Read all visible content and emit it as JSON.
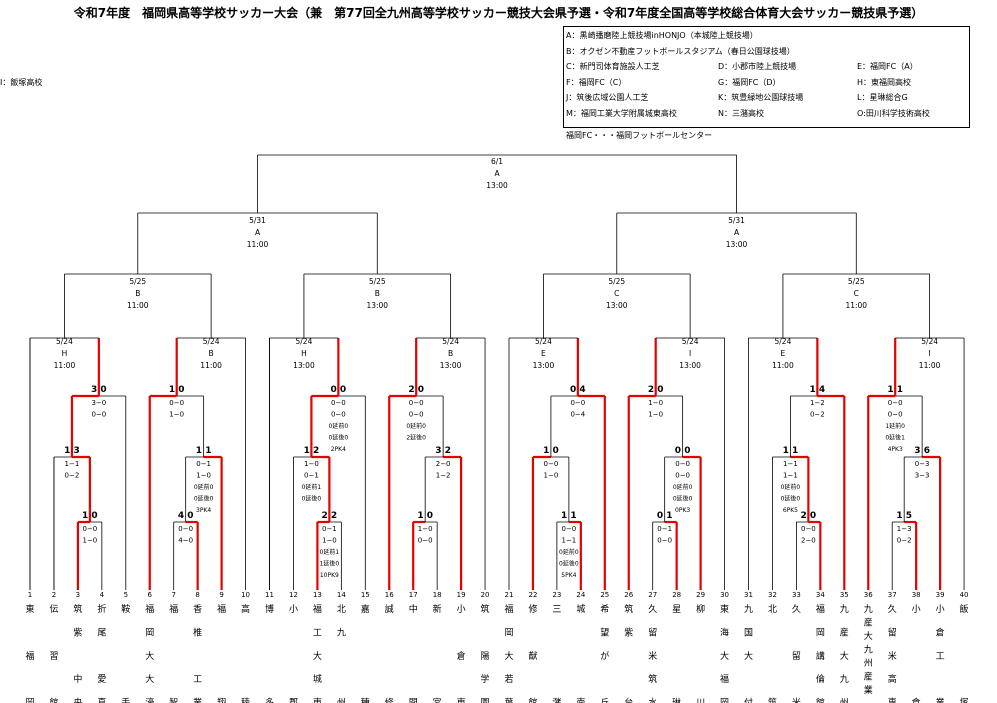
{
  "title": "令和7年度　福岡県高等学校サッカー大会（兼　第77回全九州高等学校サッカー競技大会県予選・令和7年度全国高等学校総合体育大会サッカー競技県予選）",
  "venues": [
    [
      "A：黒崎播磨陸上競技場inHONJO（本城陸上競技場）"
    ],
    [
      "B：オクゼン不動産フットボールスタジアム（春日公園球技場）"
    ],
    [
      "C：新門司体育施設人工芝",
      "D：小郡市陸上競技場",
      "E：福岡FC（A）"
    ],
    [
      "F：福岡FC（C）",
      "G：福岡FC（D）",
      "H：東福岡高校",
      "I：飯塚高校"
    ],
    [
      "J：筑後広域公園人工芝",
      "K：筑豊緑地公園球技場",
      "L：星琳総合G"
    ],
    [
      "M：福岡工業大学附属城東高校",
      "N：三潴高校",
      "O:田川科学技術高校"
    ]
  ],
  "venue_note": "福岡FC・・・福岡フットボールセンター",
  "colors": {
    "winner_line": "#e60000",
    "line": "#000000"
  },
  "teams": [
    {
      "no": "1",
      "name": [
        "東",
        "",
        "",
        "",
        "福",
        "",
        "",
        "",
        "岡"
      ]
    },
    {
      "no": "2",
      "name": [
        "伝",
        "",
        "",
        "",
        "習",
        "",
        "",
        "",
        "館"
      ]
    },
    {
      "no": "3",
      "name": [
        "筑",
        "",
        "紫",
        "",
        "",
        "",
        "中",
        "",
        "央"
      ]
    },
    {
      "no": "4",
      "name": [
        "折",
        "",
        "尾",
        "",
        "",
        "",
        "愛",
        "",
        "真"
      ]
    },
    {
      "no": "5",
      "name": [
        "鞍",
        "",
        "",
        "",
        "",
        "",
        "",
        "",
        "手"
      ]
    },
    {
      "no": "6",
      "name": [
        "福",
        "",
        "岡",
        "",
        "大",
        "",
        "大",
        "",
        "濠"
      ]
    },
    {
      "no": "7",
      "name": [
        "福",
        "",
        "",
        "",
        "",
        "",
        "",
        "",
        "智"
      ]
    },
    {
      "no": "8",
      "name": [
        "香",
        "",
        "椎",
        "",
        "",
        "",
        "工",
        "",
        "業"
      ]
    },
    {
      "no": "9",
      "name": [
        "福",
        "",
        "",
        "",
        "",
        "",
        "",
        "",
        "翔"
      ]
    },
    {
      "no": "10",
      "name": [
        "高",
        "",
        "",
        "",
        "",
        "",
        "",
        "",
        "稜"
      ]
    },
    {
      "no": "11",
      "name": [
        "博",
        "",
        "",
        "",
        "",
        "",
        "",
        "",
        "多"
      ]
    },
    {
      "no": "12",
      "name": [
        "小",
        "",
        "",
        "",
        "",
        "",
        "",
        "",
        "郡"
      ]
    },
    {
      "no": "13",
      "name": [
        "福",
        "",
        "工",
        "",
        "大",
        "",
        "城",
        "",
        "東"
      ]
    },
    {
      "no": "14",
      "name": [
        "北",
        "",
        "九",
        "",
        "",
        "",
        "",
        "",
        "州"
      ]
    },
    {
      "no": "15",
      "name": [
        "嘉",
        "",
        "",
        "",
        "",
        "",
        "",
        "",
        "穂"
      ]
    },
    {
      "no": "16",
      "name": [
        "誠",
        "",
        "",
        "",
        "",
        "",
        "",
        "",
        "修"
      ]
    },
    {
      "no": "17",
      "name": [
        "中",
        "",
        "",
        "",
        "",
        "",
        "",
        "",
        "間"
      ]
    },
    {
      "no": "18",
      "name": [
        "新",
        "",
        "",
        "",
        "",
        "",
        "",
        "",
        "宮"
      ]
    },
    {
      "no": "19",
      "name": [
        "小",
        "",
        "",
        "",
        "倉",
        "",
        "",
        "",
        "東"
      ]
    },
    {
      "no": "20",
      "name": [
        "筑",
        "",
        "",
        "",
        "陽",
        "",
        "学",
        "",
        "園"
      ]
    },
    {
      "no": "21",
      "name": [
        "福",
        "",
        "岡",
        "",
        "大",
        "",
        "若",
        "",
        "葉"
      ]
    },
    {
      "no": "22",
      "name": [
        "修",
        "",
        "",
        "",
        "猷",
        "",
        "",
        "",
        "館"
      ]
    },
    {
      "no": "23",
      "name": [
        "三",
        "",
        "",
        "",
        "",
        "",
        "",
        "",
        "潴"
      ]
    },
    {
      "no": "24",
      "name": [
        "城",
        "",
        "",
        "",
        "",
        "",
        "",
        "",
        "南"
      ]
    },
    {
      "no": "25",
      "name": [
        "希",
        "",
        "望",
        "",
        "が",
        "",
        "",
        "",
        "丘"
      ]
    },
    {
      "no": "26",
      "name": [
        "筑",
        "",
        "紫",
        "",
        "",
        "",
        "",
        "",
        "台"
      ]
    },
    {
      "no": "27",
      "name": [
        "久",
        "",
        "留",
        "",
        "米",
        "",
        "筑",
        "",
        "水"
      ]
    },
    {
      "no": "28",
      "name": [
        "星",
        "",
        "",
        "",
        "",
        "",
        "",
        "",
        "琳"
      ]
    },
    {
      "no": "29",
      "name": [
        "柳",
        "",
        "",
        "",
        "",
        "",
        "",
        "",
        "川"
      ]
    },
    {
      "no": "30",
      "name": [
        "東",
        "",
        "海",
        "",
        "大",
        "",
        "福",
        "",
        "岡"
      ]
    },
    {
      "no": "31",
      "name": [
        "九",
        "",
        "国",
        "",
        "大",
        "",
        "",
        "",
        "付"
      ]
    },
    {
      "no": "32",
      "name": [
        "北",
        "",
        "",
        "",
        "",
        "",
        "",
        "",
        "筑"
      ]
    },
    {
      "no": "33",
      "name": [
        "久",
        "",
        "",
        "",
        "留",
        "",
        "",
        "",
        "米"
      ]
    },
    {
      "no": "34",
      "name": [
        "福",
        "",
        "岡",
        "",
        "講",
        "",
        "倫",
        "",
        "館"
      ]
    },
    {
      "no": "35",
      "name": [
        "九",
        "",
        "産",
        "",
        "大",
        "",
        "九",
        "",
        "州"
      ]
    },
    {
      "no": "36",
      "name": [
        "九",
        "産",
        "大",
        "九",
        "州",
        "産",
        "業"
      ]
    },
    {
      "no": "37",
      "name": [
        "久",
        "",
        "留",
        "",
        "米",
        "",
        "高",
        "",
        "専"
      ]
    },
    {
      "no": "38",
      "name": [
        "小",
        "",
        "",
        "",
        "",
        "",
        "",
        "",
        "倉"
      ]
    },
    {
      "no": "39",
      "name": [
        "小",
        "",
        "倉",
        "",
        "工",
        "",
        "",
        "",
        "業"
      ]
    },
    {
      "no": "40",
      "name": [
        "飯",
        "",
        "",
        "",
        "",
        "",
        "",
        "",
        "塚"
      ]
    }
  ],
  "schedule": {
    "final": [
      "6/1",
      "A",
      "13:00"
    ],
    "semis": [
      [
        "5/31",
        "A",
        "11:00"
      ],
      [
        "5/31",
        "A",
        "13:00"
      ]
    ],
    "quarters": [
      [
        "5/25",
        "B",
        "11:00"
      ],
      [
        "5/25",
        "B",
        "13:00"
      ],
      [
        "5/25",
        "C",
        "13:00"
      ],
      [
        "5/25",
        "C",
        "11:00"
      ]
    ],
    "round16": [
      [
        "5/24",
        "H",
        "11:00"
      ],
      [
        "5/24",
        "B",
        "11:00"
      ],
      [
        "5/24",
        "H",
        "13:00"
      ],
      [
        "5/24",
        "B",
        "13:00"
      ],
      [
        "5/24",
        "E",
        "13:00"
      ],
      [
        "5/24",
        "I",
        "13:00"
      ],
      [
        "5/24",
        "E",
        "11:00"
      ],
      [
        "5/24",
        "I",
        "11:00"
      ]
    ]
  },
  "matches": [
    {
      "score": "3 0",
      "lines": [
        "3−0",
        "0−0"
      ]
    },
    {
      "score": "1 3",
      "lines": [
        "1−1",
        "0−2"
      ]
    },
    {
      "score": "1 0",
      "lines": [
        "0−0",
        "1−0"
      ]
    },
    {
      "score": "1 0",
      "lines": [
        "0−0",
        "1−0"
      ]
    },
    {
      "score": "4 0",
      "lines": [
        "0−0",
        "4−0"
      ]
    },
    {
      "score": "1 1",
      "lines": [
        "0−1",
        "1−0",
        "0延前0",
        "0延後0",
        "3PK4"
      ]
    },
    {
      "score": "0 0",
      "lines": [
        "0−0",
        "0−0",
        "0延前0",
        "0延後0",
        "2PK4"
      ]
    },
    {
      "score": "1 2",
      "lines": [
        "1−0",
        "0−1",
        "0延前1",
        "0延後0"
      ]
    },
    {
      "score": "2 2",
      "lines": [
        "0−1",
        "1−0",
        "0延前1",
        "1延後0",
        "10PK9"
      ]
    },
    {
      "score": "2 0",
      "lines": [
        "0−0",
        "0−0",
        "0延前0",
        "2延後0"
      ]
    },
    {
      "score": "3 2",
      "lines": [
        "2−0",
        "1−2"
      ]
    },
    {
      "score": "1 0",
      "lines": [
        "1−0",
        "0−0"
      ]
    },
    {
      "score": "0 4",
      "lines": [
        "0−0",
        "0−4"
      ]
    },
    {
      "score": "1 0",
      "lines": [
        "0−0",
        "1−0"
      ]
    },
    {
      "score": "1 1",
      "lines": [
        "0−0",
        "1−1",
        "0延前0",
        "0延後0",
        "5PK4"
      ]
    },
    {
      "score": "2 0",
      "lines": [
        "1−0",
        "1−0"
      ]
    },
    {
      "score": "0 0",
      "lines": [
        "0−0",
        "0−0",
        "0延前0",
        "0延後0",
        "0PK3"
      ]
    },
    {
      "score": "0 1",
      "lines": [
        "0−1",
        "0−0"
      ]
    },
    {
      "score": "1 4",
      "lines": [
        "1−2",
        "0−2"
      ]
    },
    {
      "score": "1 1",
      "lines": [
        "1−1",
        "1−1",
        "0延前0",
        "0延後0",
        "6PK5"
      ]
    },
    {
      "score": "2 0",
      "lines": [
        "0−0",
        "2−0"
      ]
    },
    {
      "score": "1 1",
      "lines": [
        "0−0",
        "0−0",
        "1延前0",
        "0延後1",
        "4PK3"
      ]
    },
    {
      "score": "3 6",
      "lines": [
        "0−3",
        "3−3"
      ]
    },
    {
      "score": "1 5",
      "lines": [
        "1−3",
        "0−2"
      ]
    }
  ]
}
